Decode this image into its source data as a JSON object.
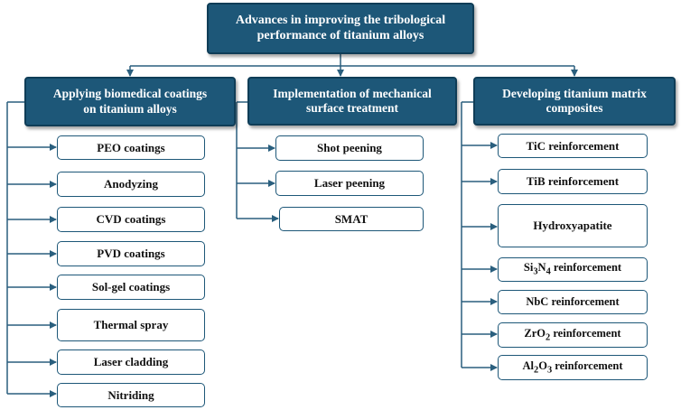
{
  "root": {
    "line1": "Advances in improving the tribological",
    "line2": "performance of titanium alloys"
  },
  "categories": [
    {
      "line1": "Applying biomedical coatings",
      "line2": "on titanium alloys",
      "items": [
        "PEO coatings",
        "Anodyzing",
        "CVD coatings",
        "PVD coatings",
        "Sol-gel coatings",
        "Thermal spray",
        "Laser cladding",
        "Nitriding"
      ]
    },
    {
      "line1": "Implementation of mechanical",
      "line2": "surface treatment",
      "items": [
        "Shot peening",
        "Laser peening",
        "SMAT"
      ]
    },
    {
      "line1": "Developing titanium matrix",
      "line2": "composites",
      "items": [
        {
          "pre": "TiC reinforcement"
        },
        {
          "pre": "TiB reinforcement"
        },
        {
          "pre": "Hydroxyapatite"
        },
        {
          "pre": "Si",
          "s1": "3",
          "mid": "N",
          "s2": "4",
          "post": " reinforcement"
        },
        {
          "pre": "NbC reinforcement"
        },
        {
          "pre": "ZrO",
          "s1": "2",
          "post": " reinforcement"
        },
        {
          "pre": "Al",
          "s1": "2",
          "mid": "O",
          "s2": "3",
          "post": " reinforcement"
        }
      ]
    }
  ],
  "colors": {
    "box_fill": "#1d5778",
    "connector": "#2a5f7e",
    "text_dark": "#111111"
  }
}
